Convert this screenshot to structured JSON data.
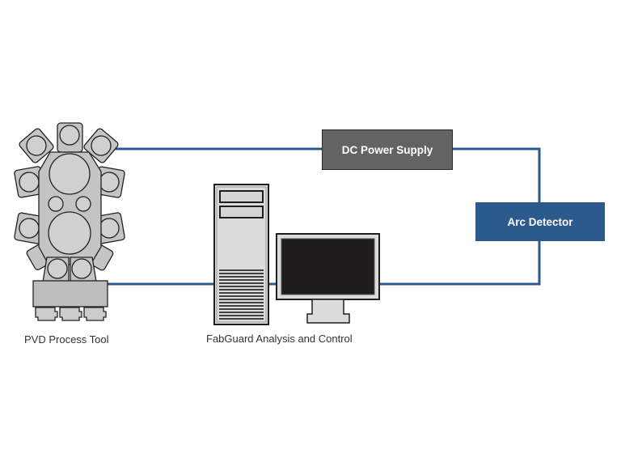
{
  "diagram": {
    "nodes": {
      "pvd_tool": {
        "label": "PVD Process Tool"
      },
      "fabguard": {
        "label": "FabGuard Analysis and Control"
      },
      "dc_power_supply": {
        "label": "DC Power Supply"
      },
      "arc_detector": {
        "label": "Arc Detector"
      }
    },
    "connections": [
      {
        "from": "PVD Process Tool",
        "to": "DC Power Supply"
      },
      {
        "from": "DC Power Supply",
        "to": "Arc Detector"
      },
      {
        "from": "Arc Detector",
        "to": "FabGuard Analysis and Control"
      },
      {
        "from": "FabGuard Analysis and Control",
        "to": "PVD Process Tool"
      }
    ],
    "colors": {
      "connector": "#2d5a8c",
      "dc_box": "#636363",
      "arc_box": "#2d5a8c",
      "equipment_fill": "#c8c8c8",
      "outline": "#222222",
      "screen": "#1e1c1c"
    }
  }
}
